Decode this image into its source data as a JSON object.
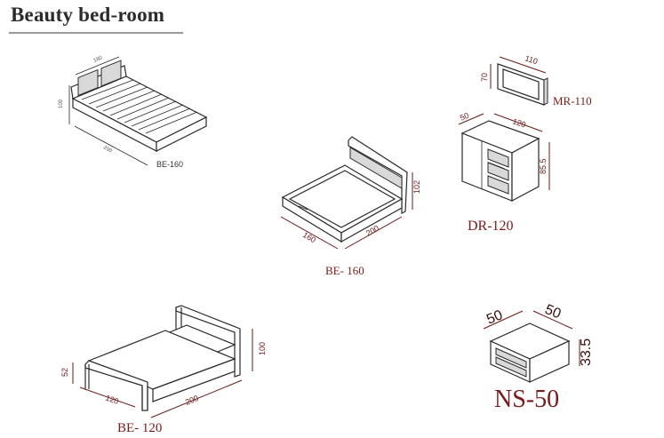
{
  "header": {
    "title": "Beauty bed-room"
  },
  "products": [
    {
      "model": "BE-160",
      "dims": [
        "180",
        "100",
        "200"
      ]
    },
    {
      "model": "BE- 160",
      "dims": [
        "160",
        "200",
        "102"
      ]
    },
    {
      "model": "MR-110",
      "dims": [
        "110",
        "70"
      ]
    },
    {
      "model": "DR-120",
      "dims": [
        "50",
        "120",
        "85.5"
      ]
    },
    {
      "model": "BE- 120",
      "dims": [
        "52",
        "120",
        "200",
        "100"
      ]
    },
    {
      "model": "NS-50",
      "dims": [
        "50",
        "50",
        "33.5"
      ]
    }
  ],
  "colors": {
    "dimension": "#6b1a1a",
    "line": "#2a2a2a",
    "title": "#2b2b2b"
  }
}
